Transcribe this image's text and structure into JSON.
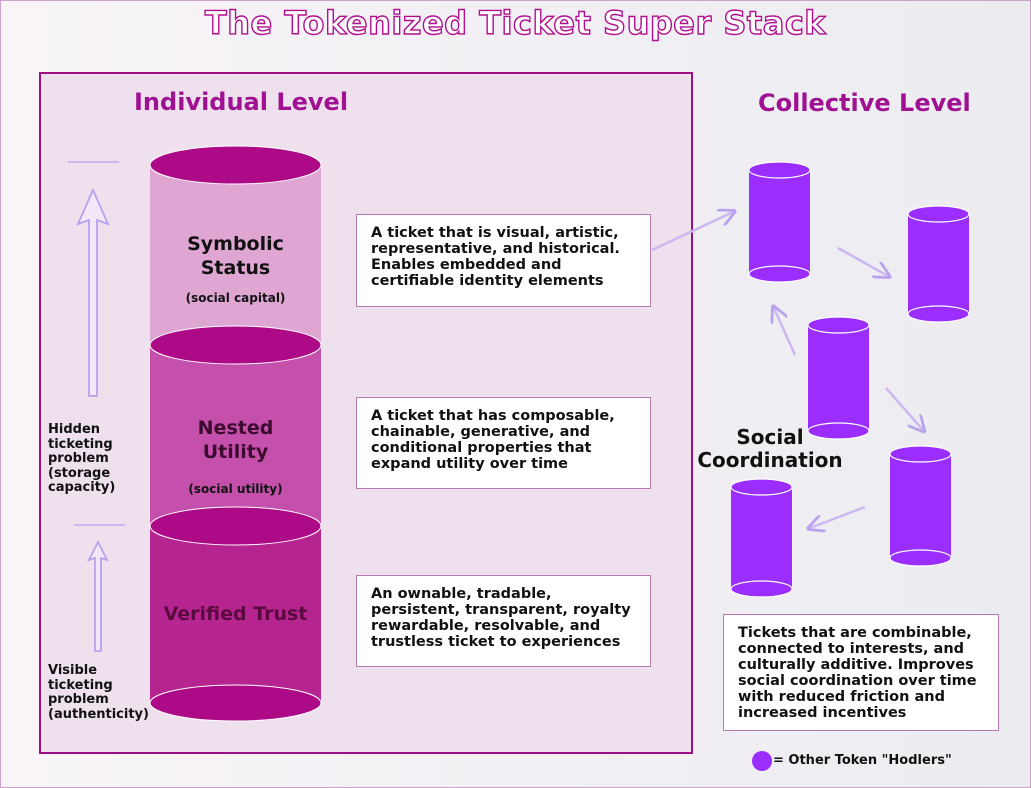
{
  "title": "The Tokenized Ticket Super Stack",
  "individual": {
    "heading": "Individual Level",
    "layers": [
      {
        "name": "Symbolic\nStatus",
        "sub": "(social capital)",
        "description": "A ticket that is visual, artistic, representative, and historical. Enables embedded and certifiable identity elements"
      },
      {
        "name": "Nested\nUtility",
        "sub": "(social utility)",
        "description": "A ticket that has composable, chainable, generative, and conditional properties that expand utility over time"
      },
      {
        "name": "Verified Trust",
        "sub": "",
        "description": "An ownable, tradable, persistent, transparent, royalty rewardable, resolvable, and trustless ticket to experiences"
      }
    ],
    "hidden_problem": "Hidden\nticketing\nproblem\n(storage\ncapacity)",
    "visible_problem": "Visible\nticketing\nproblem\n(authenticity)"
  },
  "collective": {
    "heading": "Collective Level",
    "center_label": "Social\nCoordination",
    "description": "Tickets that are combinable, connected to interests, and culturally additive. Improves social coordination over time with reduced friction and increased incentives"
  },
  "legend": {
    "text": "= Other Token \"Hodlers\""
  },
  "colors": {
    "accent": "#9f1192",
    "symbolic": "#dfa6d3",
    "nested": "#c450ac",
    "verified": "#b6258f",
    "cap": "#ad0a88",
    "token": "#9b2eff",
    "arrow": "#ccb8f0"
  }
}
